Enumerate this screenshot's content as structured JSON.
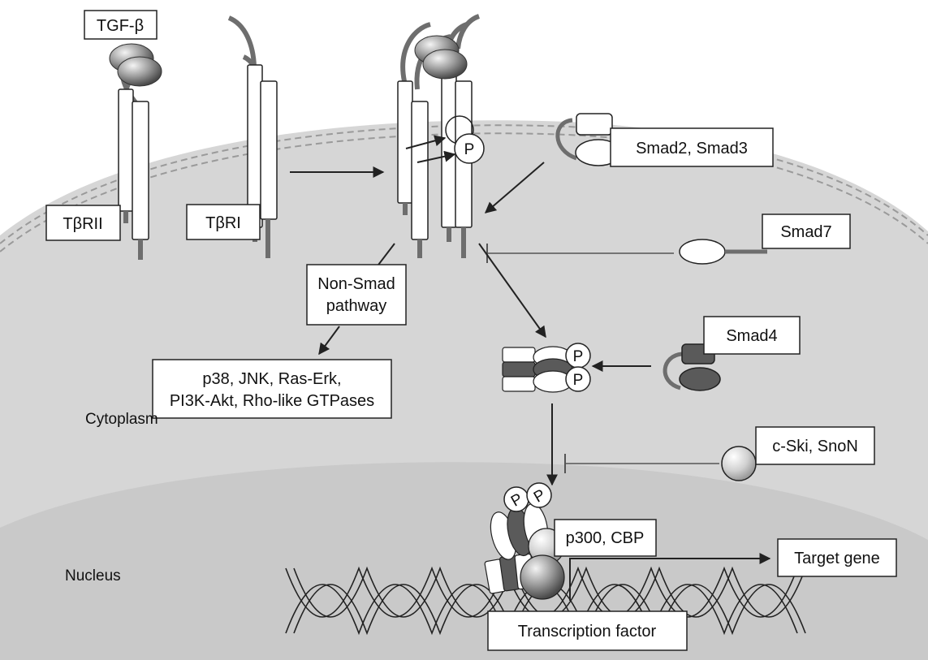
{
  "labels": {
    "tgf_beta": "TGF-β",
    "tbrii": "TβRII",
    "tbri": "TβRI",
    "smad23": "Smad2, Smad3",
    "smad7": "Smad7",
    "smad4": "Smad4",
    "non_smad_line1": "Non-Smad",
    "non_smad_line2": "pathway",
    "mapk_line1": "p38, JNK, Ras-Erk,",
    "mapk_line2": "PI3K-Akt, Rho-like GTPases",
    "cski": "c-Ski, SnoN",
    "p300": "p300, CBP",
    "target_gene": "Target gene",
    "transcription_factor": "Transcription factor",
    "cytoplasm": "Cytoplasm",
    "nucleus": "Nucleus",
    "phospho": "P"
  },
  "colors": {
    "cytoplasm_fill": "#d6d6d6",
    "nucleus_fill": "#c9c9c9",
    "membrane_line": "#9a9a9a",
    "receptor_tail": "#6e6e6e",
    "ligand": "#8f8f8f",
    "dark_domain": "#5a5a5a"
  }
}
